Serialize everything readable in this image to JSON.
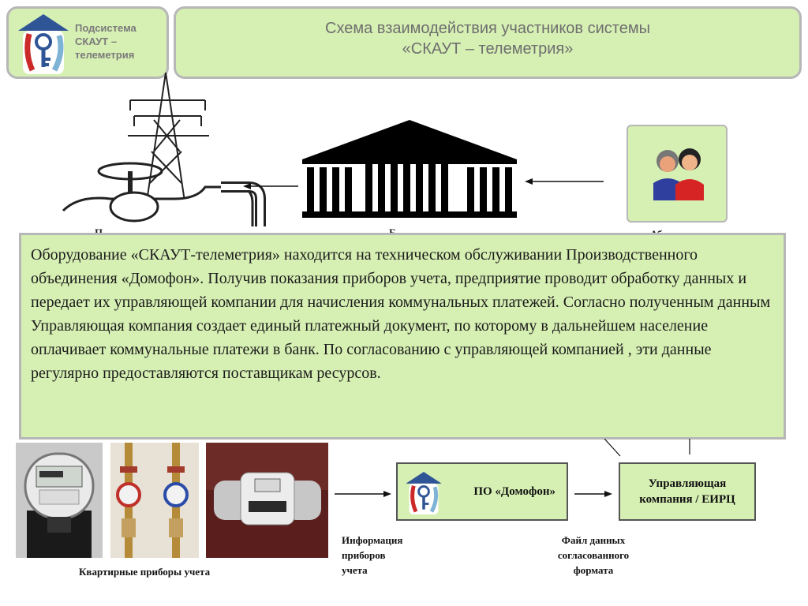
{
  "header": {
    "logo_text": [
      "Подсистема",
      "СКАУТ –",
      "телеметрия"
    ],
    "title_lines": [
      "Схема взаимодействия участников системы",
      "«СКАУТ – телеметрия»"
    ]
  },
  "top_captions": {
    "left": "П",
    "middle": "Б",
    "right": "Абоненты"
  },
  "panel": {
    "text": "Оборудование «СКАУТ-телеметрия» находится на техническом обслуживании Производственного объединения «Домофон». Получив показания приборов учета, предприятие проводит обработку данных и передает их управляющей компании для начисления коммунальных платежей.  Согласно полученным данным Управляющая компания создает единый платежный документ, по которому в дальнейшем население оплачивает коммунальные платежи в банк. По согласованию с управляющей компанией , эти данные регулярно предоставляются поставщикам ресурсов."
  },
  "flow": {
    "meters_caption": "Квартирные приборы учета",
    "info_label": [
      "Информация",
      "приборов",
      "учета"
    ],
    "po_label": "ПО «Домофон»",
    "file_label": [
      "Файл данных",
      "согласованного",
      "формата"
    ],
    "uk_label": [
      "Управляющая",
      "компания / ЕИРЦ"
    ]
  },
  "colors": {
    "panel_bg": "#d6efb3",
    "panel_border": "#b7b7b7",
    "header_text": "#6e6e6e"
  }
}
